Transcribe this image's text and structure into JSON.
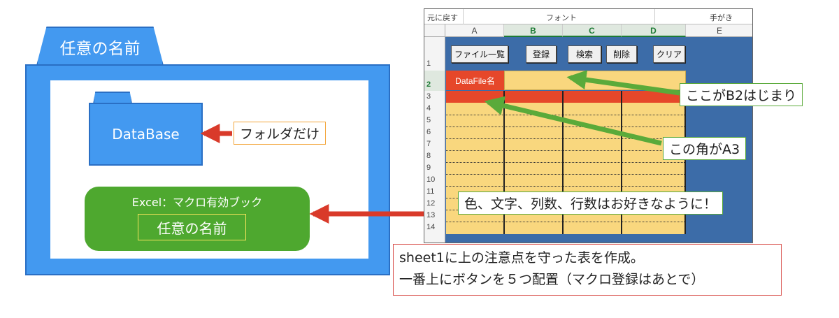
{
  "left": {
    "folder_name": "任意の名前",
    "db_folder_name": "DataBase",
    "db_note": "フォルダだけ",
    "excel_label": "Excel：マクロ有効ブック",
    "excel_name": "任意の名前"
  },
  "excel": {
    "ribbon": [
      "元に戻す",
      "フォント",
      "手がき"
    ],
    "columns": [
      "A",
      "B",
      "C",
      "D",
      "E"
    ],
    "rows": [
      "1",
      "2",
      "3",
      "4",
      "5",
      "6",
      "7",
      "8",
      "9",
      "10",
      "11",
      "12",
      "13",
      "14"
    ],
    "buttons": [
      "ファイル一覧",
      "登録",
      "検索",
      "削除",
      "クリア"
    ],
    "a2_text": "DataFile名"
  },
  "callouts": {
    "b2": "ここがB2はじまり",
    "a3": "この角がA3",
    "colors": "色、文字、列数、行数はお好きなように！",
    "note_line1": "sheet1に上の注意点を守った表を作成。",
    "note_line2": "一番上にボタンを５つ配置（マクロ登録はあとで）"
  },
  "colors": {
    "folder_blue": "#4399f0",
    "green": "#4ea82f",
    "arrow_red": "#d93a2a",
    "arrow_green": "#5aaa3a",
    "cell_red": "#e6472a",
    "cell_yellow": "#f9d77e",
    "sheet_blue": "#3c6ca8"
  }
}
